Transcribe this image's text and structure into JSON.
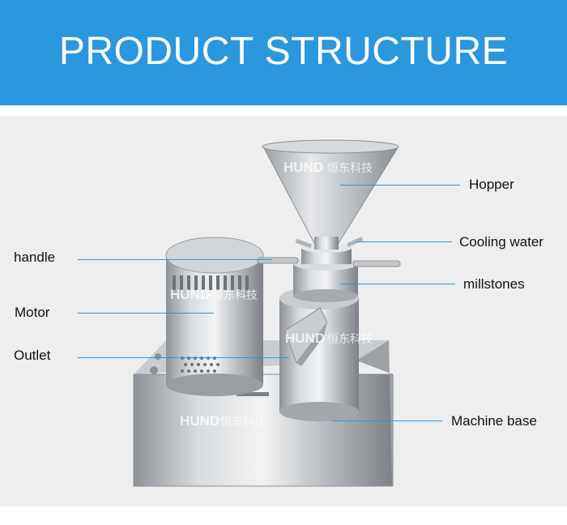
{
  "header": {
    "title": "PRODUCT STRUCTURE"
  },
  "watermark": {
    "brand": "HUND",
    "cn": "恒东科技"
  },
  "labels": {
    "hopper": "Hopper",
    "cooling_water": "Cooling water",
    "millstones": "millstones",
    "machine_base": "Machine base",
    "handle": "handle",
    "motor": "Motor",
    "outlet": "Outlet"
  },
  "colors": {
    "banner": "#2b97dc",
    "leader_line": "#2b97dc",
    "background": "#eeeeee",
    "steel": "#b8bcc0"
  }
}
